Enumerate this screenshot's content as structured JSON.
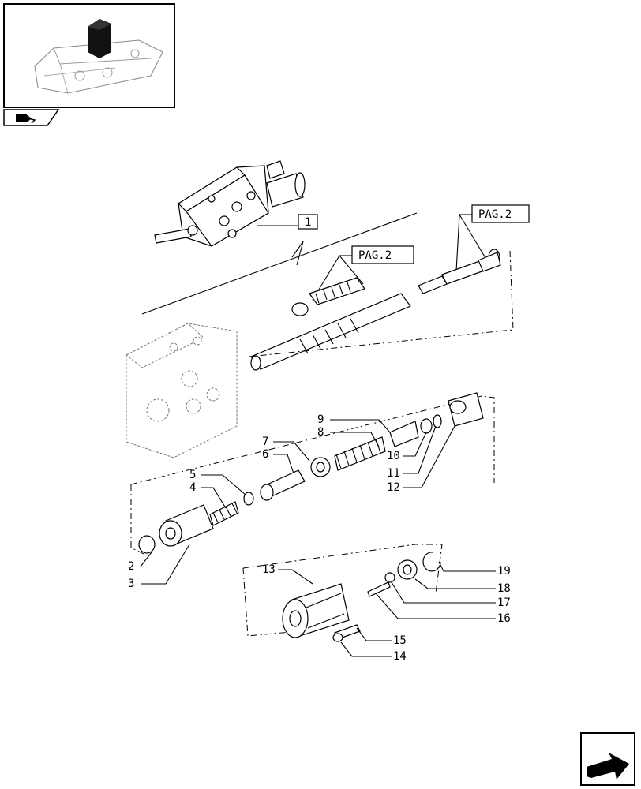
{
  "ref_labels": {
    "pag_top": "PAG.2",
    "pag_mid": "PAG.2",
    "item_1": "1"
  },
  "callouts": [
    "2",
    "3",
    "4",
    "5",
    "6",
    "7",
    "8",
    "9",
    "10",
    "11",
    "12",
    "13",
    "14",
    "15",
    "16",
    "17",
    "18",
    "19"
  ],
  "icons": {
    "thumbnail": "control-valve-thumbnail-icon",
    "section_tab": "section-tab-icon",
    "next_page": "next-page-arrow-icon"
  }
}
